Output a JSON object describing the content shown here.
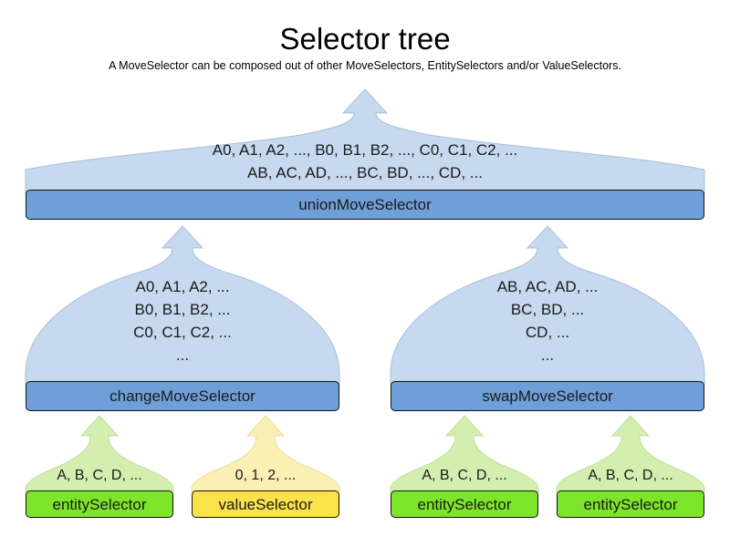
{
  "header": {
    "title": "Selector tree",
    "subtitle": "A MoveSelector can be composed out of other MoveSelectors, EntitySelectors and/or ValueSelectors."
  },
  "colors": {
    "blue_bar": "#6f9fd8",
    "blue_balloon": "#c6d9ef",
    "green_bar": "#7de52a",
    "green_balloon": "#d4eeb0",
    "yellow_bar": "#fbe14a",
    "yellow_balloon": "#faf0b4",
    "outline": "#111111",
    "background": "#ffffff"
  },
  "nodes": {
    "union": {
      "label": "unionMoveSelector",
      "lines": [
        "A0, A1, A2, ..., B0, B1, B2, ..., C0, C1, C2, ...",
        "AB, AC, AD, ..., BC, BD, ..., CD, ..."
      ]
    },
    "change": {
      "label": "changeMoveSelector",
      "lines": [
        "A0, A1, A2, ...",
        "B0, B1, B2, ...",
        "C0, C1, C2, ...",
        "..."
      ]
    },
    "swap": {
      "label": "swapMoveSelector",
      "lines": [
        "AB, AC, AD, ...",
        "BC, BD, ...",
        "CD, ...",
        "..."
      ]
    },
    "leaf_entity_1": {
      "label": "entitySelector",
      "lines": [
        "A, B, C, D, ..."
      ]
    },
    "leaf_value_1": {
      "label": "valueSelector",
      "lines": [
        "0, 1, 2, ..."
      ]
    },
    "leaf_entity_2": {
      "label": "entitySelector",
      "lines": [
        "A, B, C, D, ..."
      ]
    },
    "leaf_entity_3": {
      "label": "entitySelector",
      "lines": [
        "A, B, C, D, ..."
      ]
    }
  }
}
